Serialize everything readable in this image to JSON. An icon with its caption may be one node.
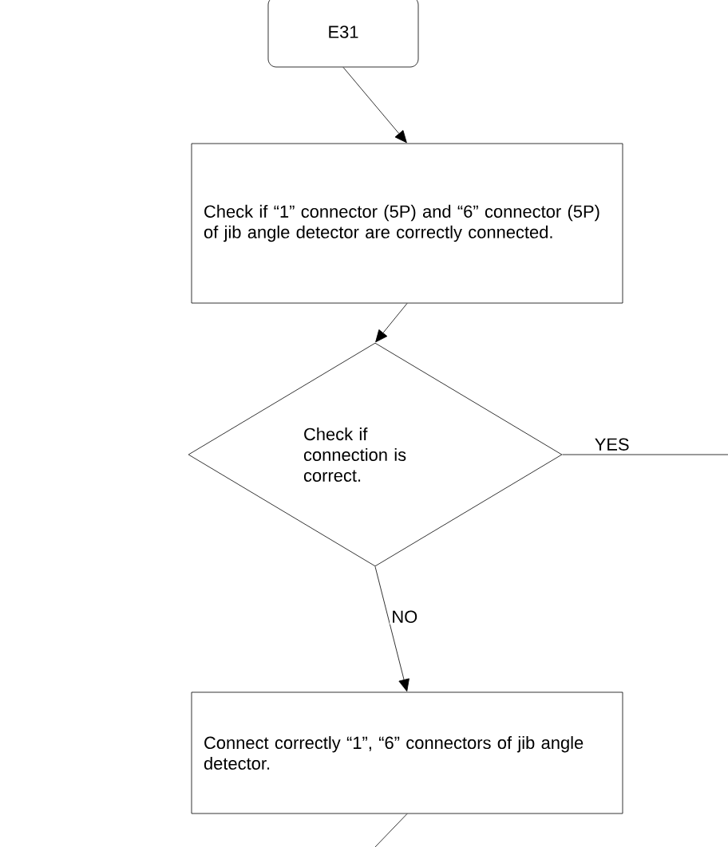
{
  "diagram": {
    "nodes": [
      {
        "text": [
          "E31"
        ]
      },
      {
        "text": [
          "Check if “1” connector (5P) and “6” connector (5P) of jib angle detector are correctly connected."
        ]
      },
      {
        "text": [
          "Check if connection is correct."
        ]
      },
      {
        "text": [
          "Connect correctly “1”, “6” connectors of jib angle detector."
        ]
      }
    ],
    "edges": [
      {
        "from": 0,
        "to": 1,
        "arrow": "to"
      },
      {
        "from": 1,
        "to": 2,
        "arrow": "to"
      },
      {
        "from": 2,
        "to": null,
        "arrow": "none",
        "label": "YES"
      },
      {
        "from": 2,
        "to": 3,
        "arrow": "to",
        "label": "NO"
      },
      {
        "from": 3,
        "to": null,
        "arrow": "none"
      }
    ]
  }
}
